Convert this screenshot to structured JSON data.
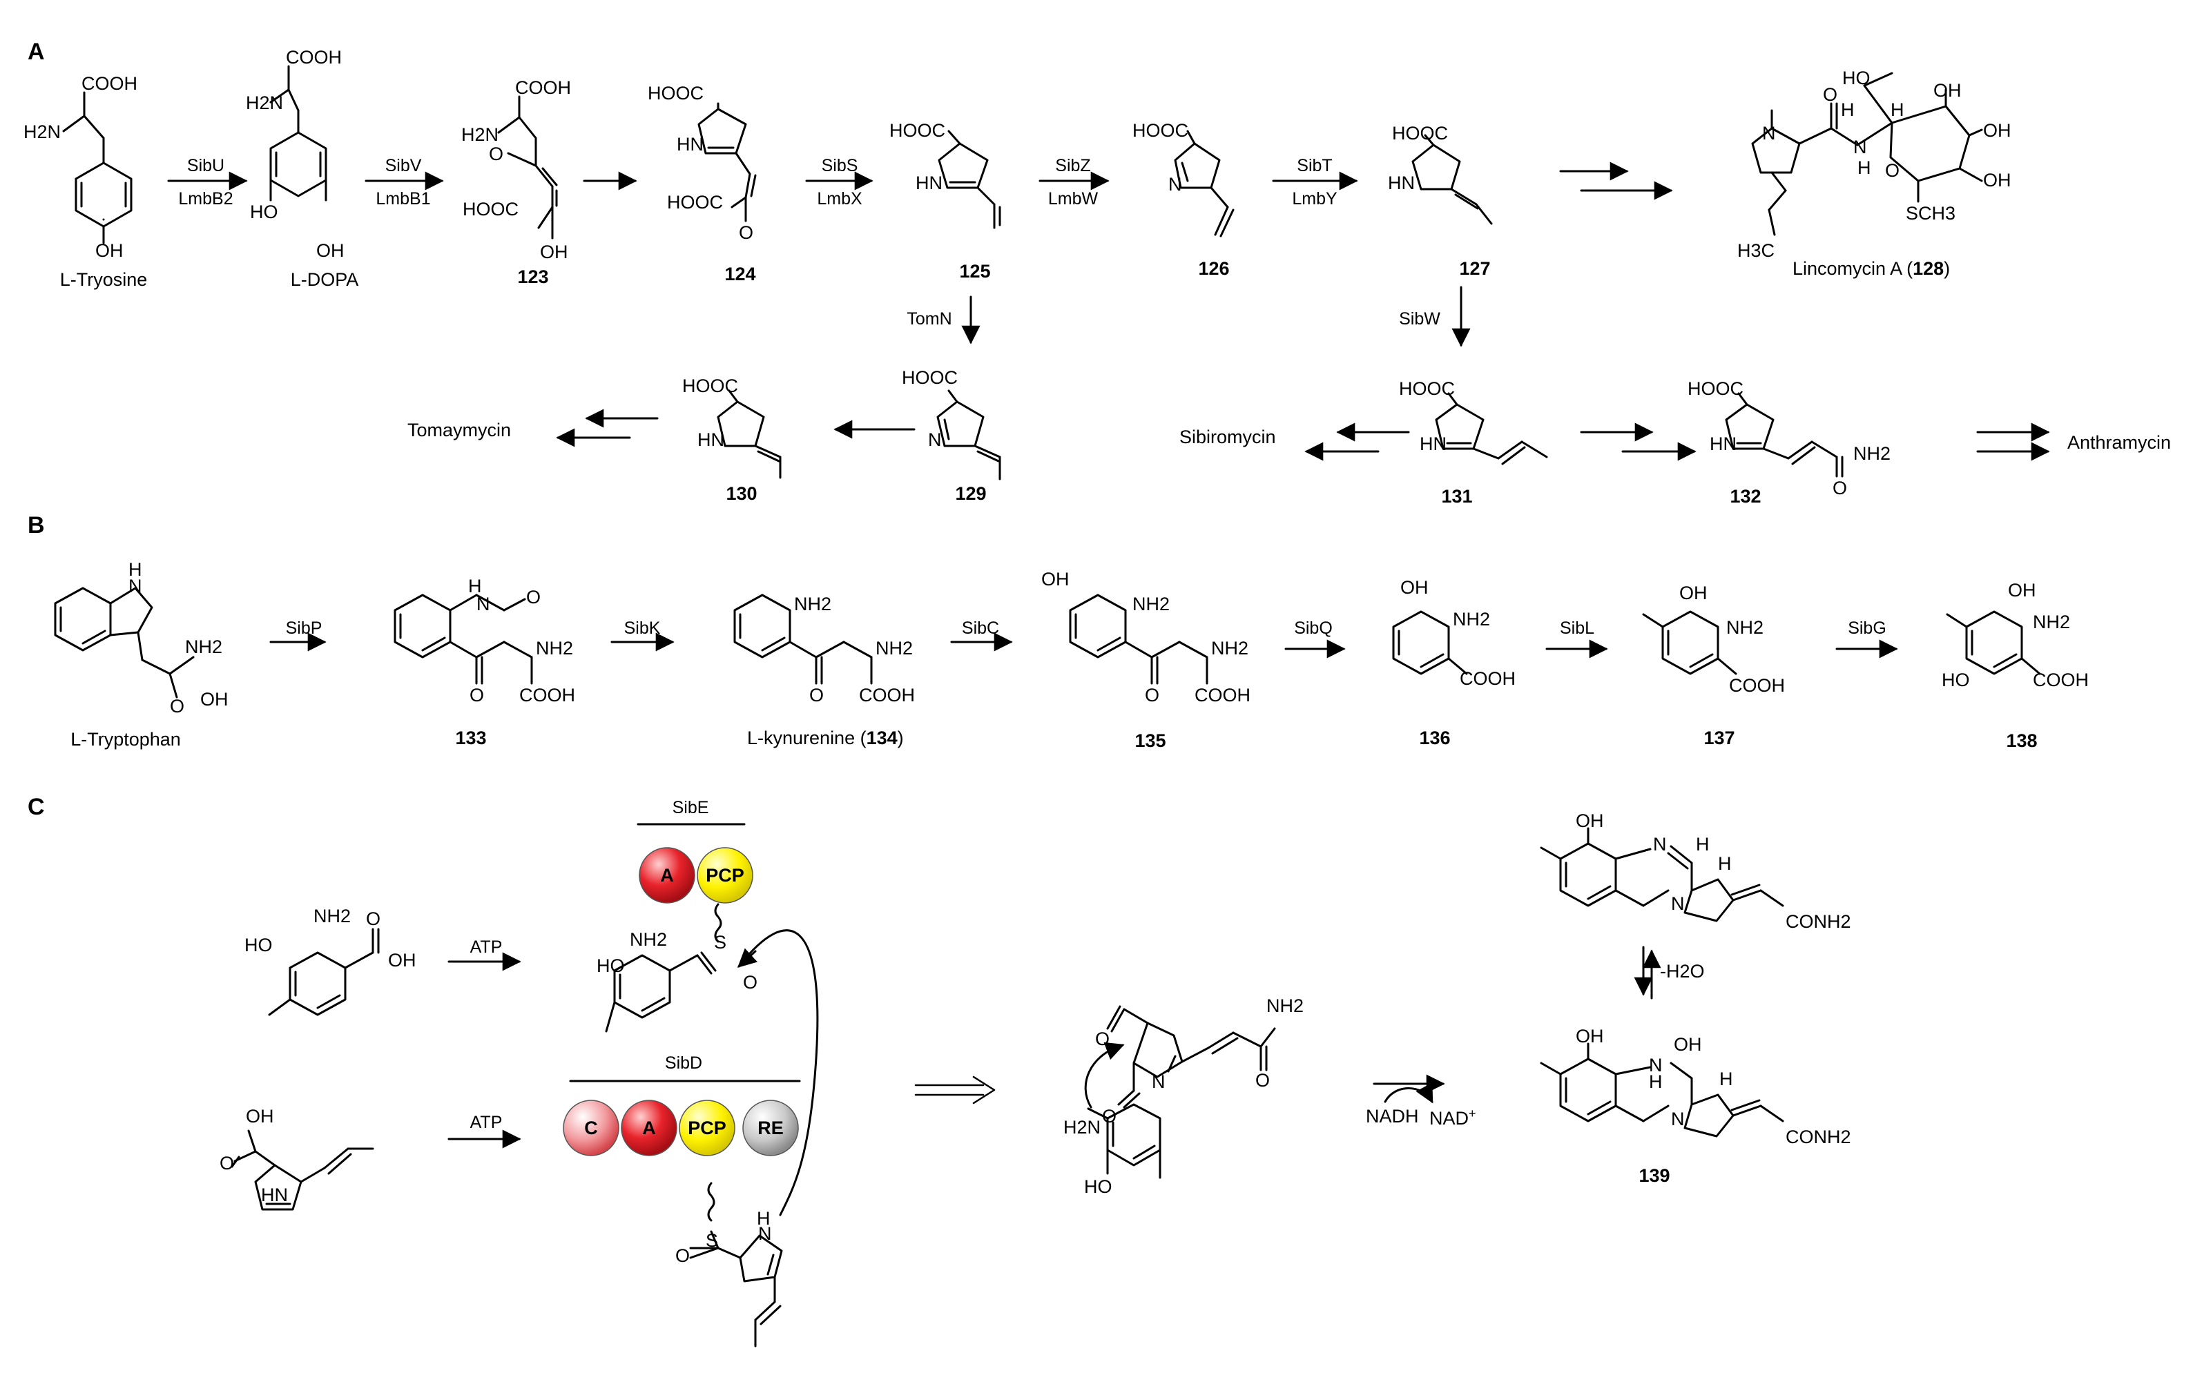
{
  "panels": {
    "a": "A",
    "b": "B",
    "c": "C"
  },
  "compounds": {
    "tyrosine": "L-Tryosine",
    "dopa": "L-DOPA",
    "c123": "123",
    "c124": "124",
    "c125": "125",
    "c126": "126",
    "c127": "127",
    "lincomycin_pre": "Lincomycin A (",
    "lincomycin_num": "128",
    "lincomycin_post": ")",
    "c129": "129",
    "c130": "130",
    "c131": "131",
    "c132": "132",
    "tomaymycin": "Tomaymycin",
    "sibiromycin": "Sibiromycin",
    "anthramycin": "Anthramycin",
    "tryptophan": "L-Tryptophan",
    "c133": "133",
    "kynurenine_pre": "L-kynurenine (",
    "kynurenine_num": "134",
    "kynurenine_post": ")",
    "c135": "135",
    "c136": "136",
    "c137": "137",
    "c138": "138",
    "c139": "139"
  },
  "enzymes": {
    "sibU": "SibU",
    "lmbB2": "LmbB2",
    "sibV": "SibV",
    "lmbB1": "LmbB1",
    "sibS": "SibS",
    "lmbX": "LmbX",
    "sibZ": "SibZ",
    "lmbW": "LmbW",
    "sibT": "SibT",
    "lmbY": "LmbY",
    "tomN": "TomN",
    "sibW": "SibW",
    "sibP": "SibP",
    "sibK": "SibK",
    "sibC": "SibC",
    "sibQ": "SibQ",
    "sibL": "SibL",
    "sibG": "SibG"
  },
  "panel_c": {
    "sibE": "SibE",
    "sibD": "SibD",
    "atp1": "ATP",
    "atp2": "ATP",
    "dom_A": "A",
    "dom_PCP": "PCP",
    "dom_C": "C",
    "dom_RE": "RE",
    "nadh": "NADH",
    "nad": "NAD",
    "nad_sup": "+",
    "minus_water": "-H2O"
  },
  "atoms": {
    "cooh": "COOH",
    "hooc": "HOOC",
    "oh": "OH",
    "ho": "HO",
    "nh2": "NH2",
    "h2n": "H2N",
    "o": "O",
    "hn": "HN",
    "n": "N",
    "h": "H",
    "s": "S",
    "sch3": "SCH3",
    "h3c": "H3C",
    "conh2": "CONH2"
  },
  "colors": {
    "domain_red": "#e8232b",
    "domain_yellow": "#fff200",
    "domain_grey": "#b8b8b8",
    "ink": "#000000"
  }
}
